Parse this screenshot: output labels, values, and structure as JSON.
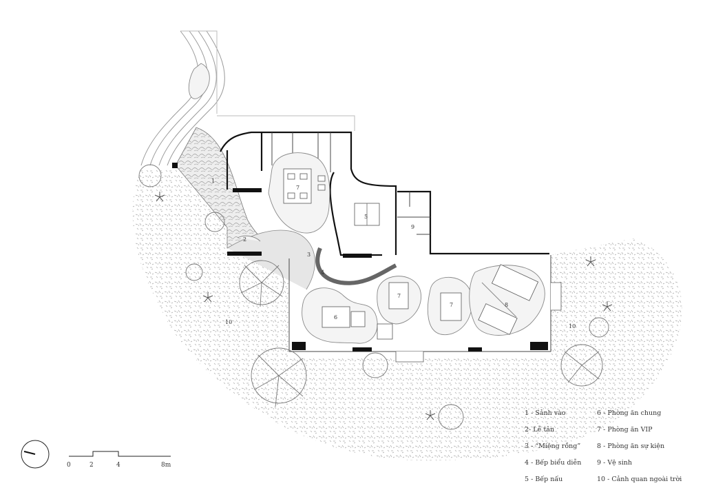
{
  "plan": {
    "room_numbers": [
      "1",
      "2",
      "3",
      "4",
      "5",
      "6",
      "7",
      "7",
      "7",
      "8",
      "9",
      "10",
      "10"
    ]
  },
  "legend": {
    "items": [
      {
        "num": "1 -",
        "label": "Sảnh vào"
      },
      {
        "num": "2-",
        "label": "Lễ tân"
      },
      {
        "num": "3 -",
        "label": "“Miệng rồng”"
      },
      {
        "num": "4 -",
        "label": "Bếp biểu diễn"
      },
      {
        "num": "5 -",
        "label": "Bếp nấu"
      },
      {
        "num": "6 -",
        "label": "Phòng ăn chung"
      },
      {
        "num": "7 -",
        "label": "Phòng ăn VIP"
      },
      {
        "num": "8 -",
        "label": "Phòng ăn sự kiện"
      },
      {
        "num": "9 -",
        "label": "Vệ sinh"
      },
      {
        "num": "10 -",
        "label": "Cảnh quan ngoài trời"
      }
    ]
  },
  "scale": {
    "ticks": [
      "0",
      "2",
      "4",
      "8m"
    ]
  },
  "icons": {
    "north": "north-arrow-icon"
  }
}
